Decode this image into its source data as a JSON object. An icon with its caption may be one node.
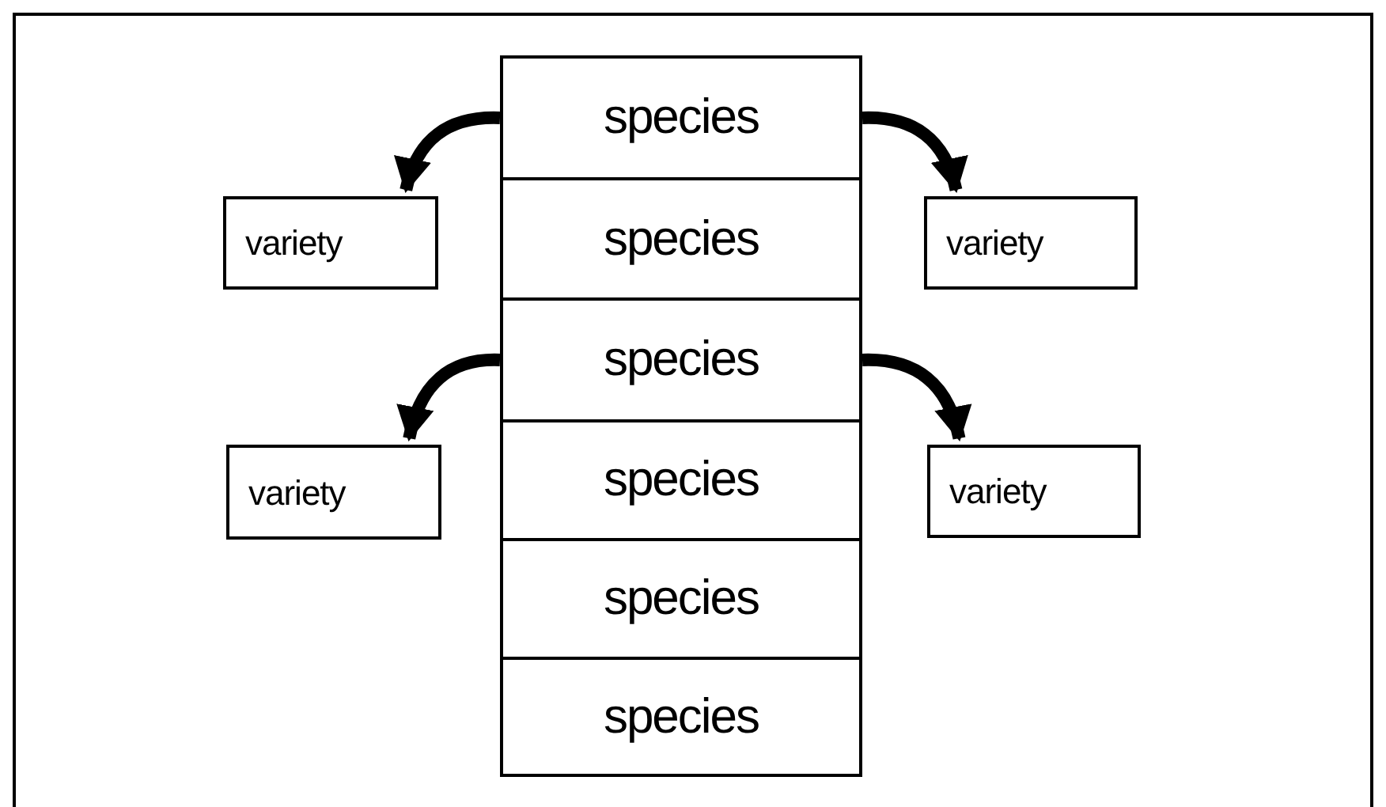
{
  "diagram": {
    "nodes": [
      {
        "text": [
          "species"
        ]
      },
      {
        "text": [
          "species"
        ]
      },
      {
        "text": [
          "species"
        ]
      },
      {
        "text": [
          "species"
        ]
      },
      {
        "text": [
          "species"
        ]
      },
      {
        "text": [
          "species"
        ]
      },
      {
        "text": [
          "variety"
        ]
      },
      {
        "text": [
          "variety"
        ]
      },
      {
        "text": [
          "variety"
        ]
      },
      {
        "text": [
          "variety"
        ]
      }
    ],
    "edges": [
      {
        "from": 0,
        "to": 6,
        "arrow": "to"
      },
      {
        "from": 0,
        "to": 7,
        "arrow": "to"
      },
      {
        "from": 2,
        "to": 8,
        "arrow": "to"
      },
      {
        "from": 2,
        "to": 9,
        "arrow": "to"
      }
    ]
  }
}
